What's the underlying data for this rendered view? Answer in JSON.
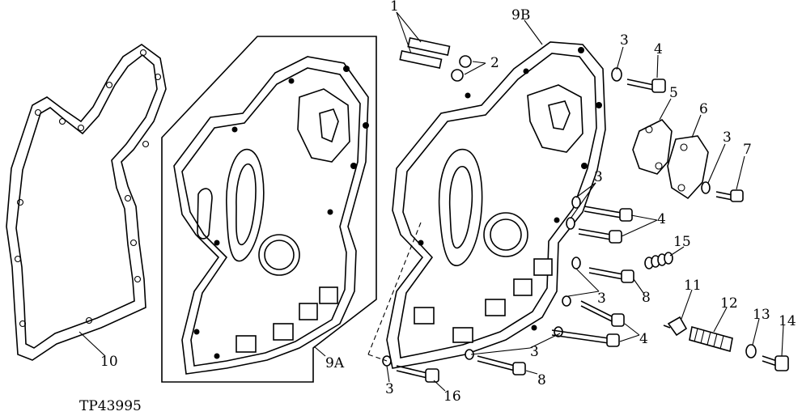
{
  "figure_id": "TP43995",
  "callouts": {
    "c1": "1",
    "c2": "2",
    "c3a": "3",
    "c3b": "3",
    "c3c": "3",
    "c3d": "3",
    "c3e": "3",
    "c3f": "3",
    "c4a": "4",
    "c4b": "4",
    "c4c": "4",
    "c5": "5",
    "c6": "6",
    "c7": "7",
    "c8a": "8",
    "c8b": "8",
    "c9a": "9A",
    "c9b": "9B",
    "c10": "10",
    "c11": "11",
    "c12": "12",
    "c13": "13",
    "c14": "14",
    "c15": "15",
    "c16": "16"
  }
}
